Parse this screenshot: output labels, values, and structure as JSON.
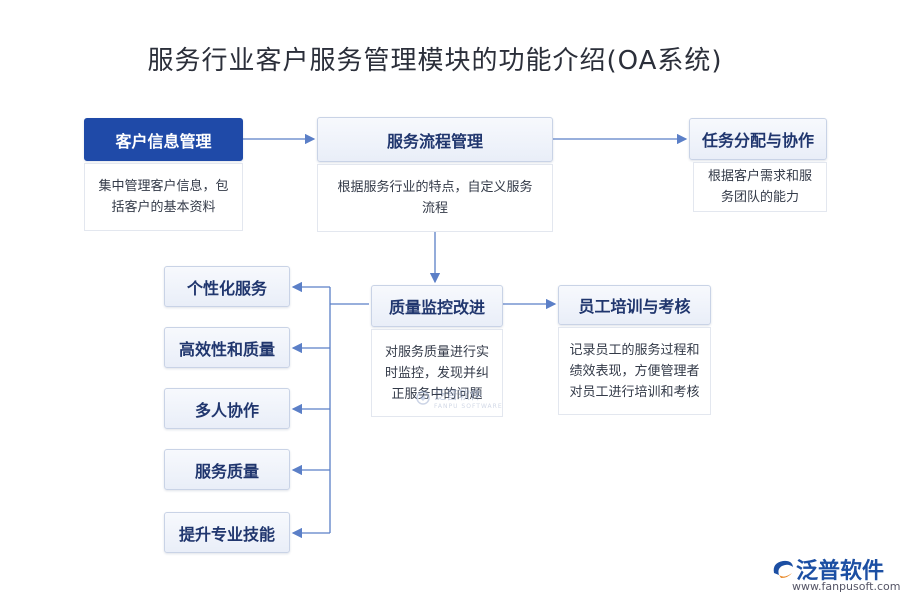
{
  "title": "服务行业客户服务管理模块的功能介绍(OA系统)",
  "nodes": {
    "customer_info": {
      "label": "客户信息管理",
      "desc": "集中管理客户信息，包括客户的基本资料"
    },
    "service_flow": {
      "label": "服务流程管理",
      "desc": "根据服务行业的特点，自定义服务流程"
    },
    "task_assign": {
      "label": "任务分配与协作",
      "desc": "根据客户需求和服务团队的能力"
    },
    "quality_monitor": {
      "label": "质量监控改进",
      "desc": "对服务质量进行实时监控，发现并纠正服务中的问题"
    },
    "staff_training": {
      "label": "员工培训与考核",
      "desc": "记录员工的服务过程和绩效表现，方便管理者对员工进行培训和考核"
    }
  },
  "side_items": [
    "个性化服务",
    "高效性和质量",
    "多人协作",
    "服务质量",
    "提升专业技能"
  ],
  "watermark": {
    "text": "泛普软件",
    "sub": "FANPU SOFTWARE"
  },
  "logo": {
    "text": "泛普软件",
    "url": "www.fanpusoft.com"
  },
  "colors": {
    "primary": "#1f4aa8",
    "line": "#5b7fc7",
    "heading": "#20366e"
  }
}
